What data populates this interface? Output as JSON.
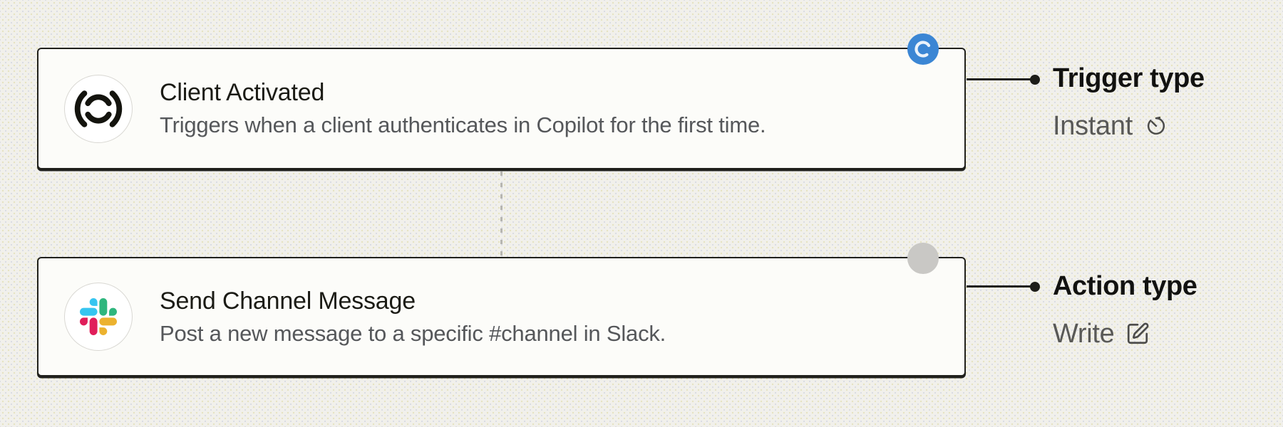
{
  "workflow": {
    "steps": [
      {
        "role": "trigger",
        "icon": "copilot-icon",
        "title": "Client Activated",
        "description": "Triggers when a client authenticates in Copilot for the first time.",
        "badge": {
          "icon": "spinner-icon",
          "color": "#3b86d4"
        },
        "annotation": {
          "label": "Trigger type",
          "value": "Instant",
          "icon": "clock-icon"
        }
      },
      {
        "role": "action",
        "icon": "slack-icon",
        "title": "Send Channel Message",
        "description": "Post a new message to a specific #channel in Slack.",
        "badge": {
          "icon": "none",
          "color": "#c9c8c5"
        },
        "annotation": {
          "label": "Action type",
          "value": "Write",
          "icon": "edit-icon"
        }
      }
    ]
  },
  "colors": {
    "canvas_bg": "#f1f0eb",
    "card_bg": "#fcfcf9",
    "card_border": "#20201c",
    "title_text": "#1b1b15",
    "description_text": "#55575a",
    "annotation_label_text": "#121210",
    "annotation_value_text": "#595957",
    "connector": "#20201c",
    "dashed_link": "#b7b6b1",
    "trigger_badge_blue": "#3b86d4",
    "action_badge_gray": "#c9c8c5",
    "slack_blue": "#36c5f0",
    "slack_green": "#2eb67d",
    "slack_red": "#e01e5a",
    "slack_yellow": "#ecb22e"
  }
}
